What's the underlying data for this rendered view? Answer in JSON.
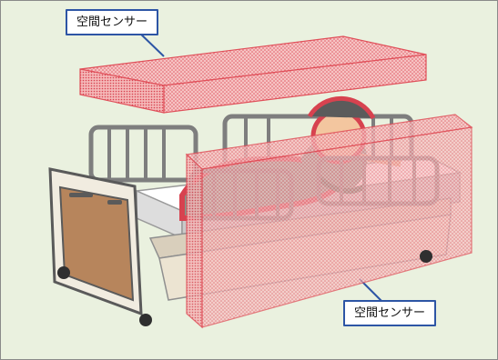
{
  "labels": {
    "top_sensor": "空間センサー",
    "bottom_sensor": "空間センサー"
  },
  "colors": {
    "background": "#eaf1df",
    "sensor_fill": "#f3b3b3",
    "sensor_stroke": "#e0505a",
    "callout_border": "#2d55a5",
    "bed_panel": "#b7855c",
    "bed_frame": "#f1ece0"
  },
  "icons": [
    "bed-illustration",
    "person-illustration",
    "sensor-volume"
  ]
}
